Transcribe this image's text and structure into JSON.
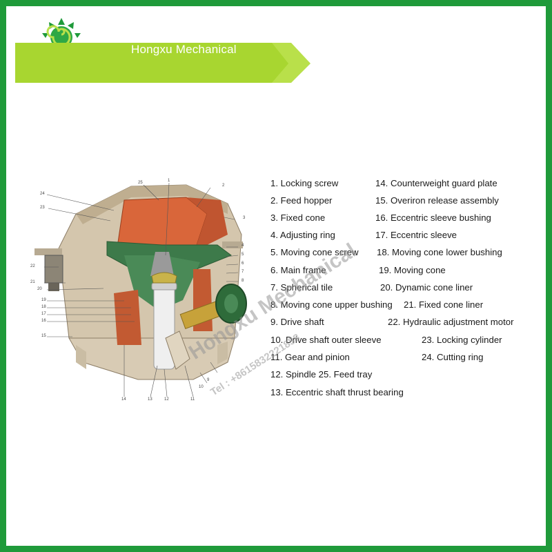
{
  "banner": {
    "title": "Hongxu Mechanical"
  },
  "legend": {
    "items": [
      "1. Locking screw",
      "2. Feed hopper",
      "3. Fixed cone",
      "4. Adjusting ring",
      "5. Moving cone screw",
      "6. Main frame",
      "7. Spherical tile",
      "8. Moving cone upper bushing",
      "9. Drive shaft",
      "10. Drive shaft outer sleeve",
      "11. Gear and pinion",
      "12. Spindle 25. Feed tray",
      "13. Eccentric shaft thrust bearing",
      "14. Counterweight guard plate",
      "15. Overiron release assembly",
      "16. Eccentric sleeve bushing",
      "17. Eccentric sleeve",
      "18. Moving cone lower bushing",
      "19. Moving cone",
      "20. Dynamic cone liner",
      "21. Fixed cone liner",
      "22. Hydraulic adjustment motor",
      "23. Locking cylinder",
      "24. Cutting ring"
    ]
  },
  "callouts": [
    "25",
    "1",
    "2",
    "24",
    "23",
    "3",
    "4",
    "5",
    "6",
    "7",
    "8",
    "22",
    "21",
    "20",
    "19",
    "18",
    "17",
    "16",
    "15",
    "9",
    "10",
    "14",
    "13",
    "12",
    "11"
  ],
  "watermark": {
    "main": "Hongxu Mechanical",
    "tel": "Tel : +8615832221858"
  },
  "colors": {
    "green": "#1f9a3a",
    "banner": "#a8d630",
    "liner": "#d9663a",
    "cone": "#3d7a4a"
  }
}
